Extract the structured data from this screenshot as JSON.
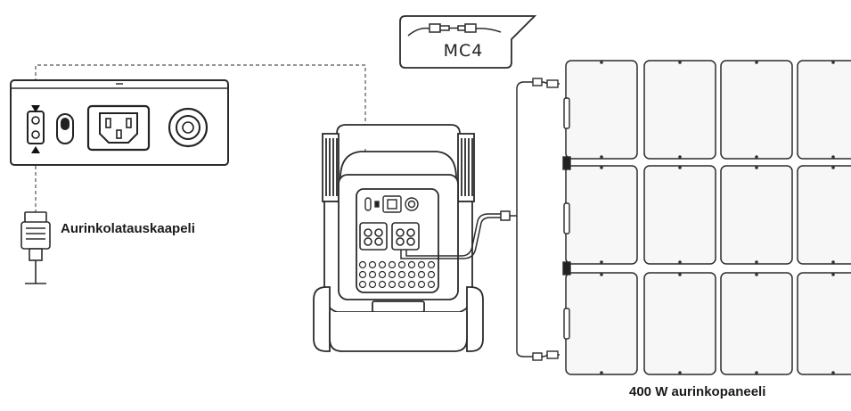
{
  "diagram": {
    "connector_label": "MC4",
    "cable_label": "Aurinkolatauskaapeli",
    "panel_label": "400 W aurinkopaneeli",
    "line_color": "#2b2b2b",
    "panel_fill": "#f7f7f7",
    "panel_count": 3,
    "panel_columns": 4
  }
}
